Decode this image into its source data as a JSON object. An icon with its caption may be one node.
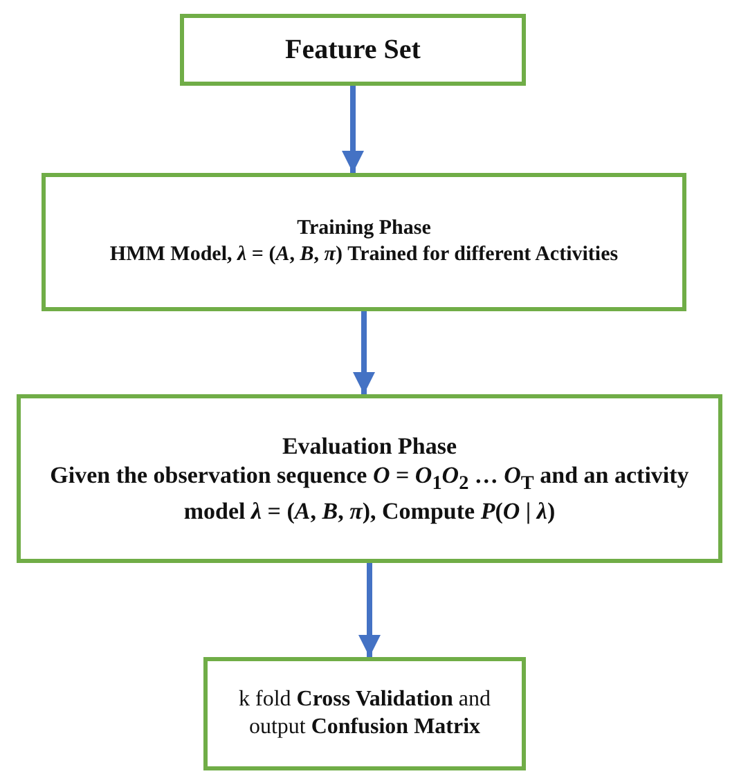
{
  "diagram": {
    "nodes": [
      {
        "text": [
          "Feature Set"
        ]
      },
      {
        "text": [
          "Training Phase",
          "HMM Model, *λ* = (*A*, *B*, *π*) Trained for different Activities"
        ]
      },
      {
        "text": [
          "Evaluation Phase",
          "Given the observation sequence *O* = *O*$_{1}$*O*$_{2}$ … *O*$_{T}$ and an activity model *λ* = (*A*, *B*, *π*), Compute *P*(*O* | *λ*)"
        ]
      },
      {
        "text": [
          "k fold **Cross Validation** and output **Confusion Matrix**"
        ]
      }
    ],
    "edges": [
      {
        "from": 0,
        "to": 1,
        "arrow": "to"
      },
      {
        "from": 1,
        "to": 2,
        "arrow": "to"
      },
      {
        "from": 2,
        "to": 3,
        "arrow": "to"
      }
    ]
  }
}
